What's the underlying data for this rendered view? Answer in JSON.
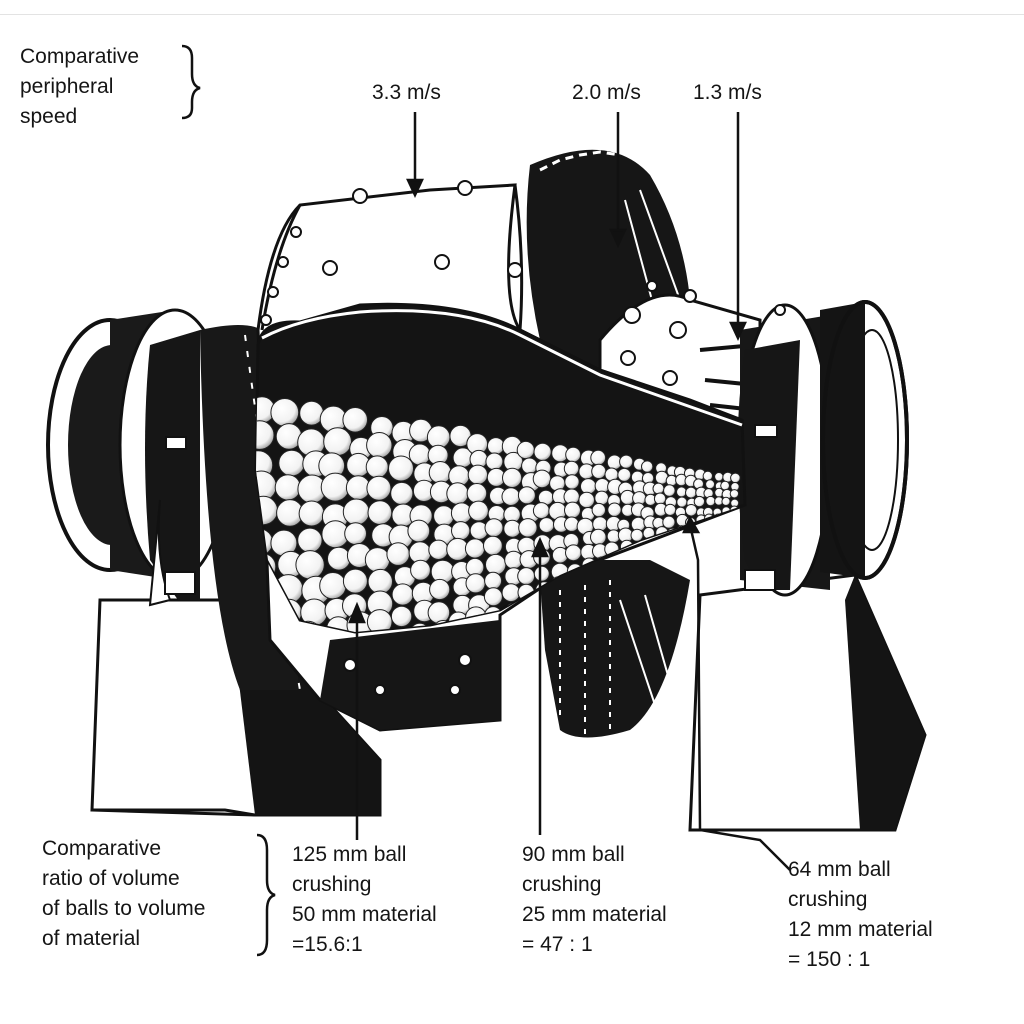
{
  "speed_legend": {
    "lines": [
      "Comparative",
      "peripheral",
      "speed"
    ]
  },
  "speeds": [
    {
      "text": "3.3 m/s"
    },
    {
      "text": "2.0 m/s"
    },
    {
      "text": "1.3 m/s"
    }
  ],
  "ratio_legend": {
    "lines": [
      "Comparative",
      "ratio of volume",
      "of balls to volume",
      "of material"
    ]
  },
  "ball_zones": [
    {
      "lines": [
        "125 mm ball",
        "crushing",
        "50 mm material",
        "=15.6:1"
      ]
    },
    {
      "lines": [
        "90 mm ball",
        "crushing",
        "25 mm material",
        "= 47 : 1"
      ]
    },
    {
      "lines": [
        "64 mm ball",
        "crushing",
        "12 mm material",
        "= 150 : 1"
      ]
    }
  ]
}
